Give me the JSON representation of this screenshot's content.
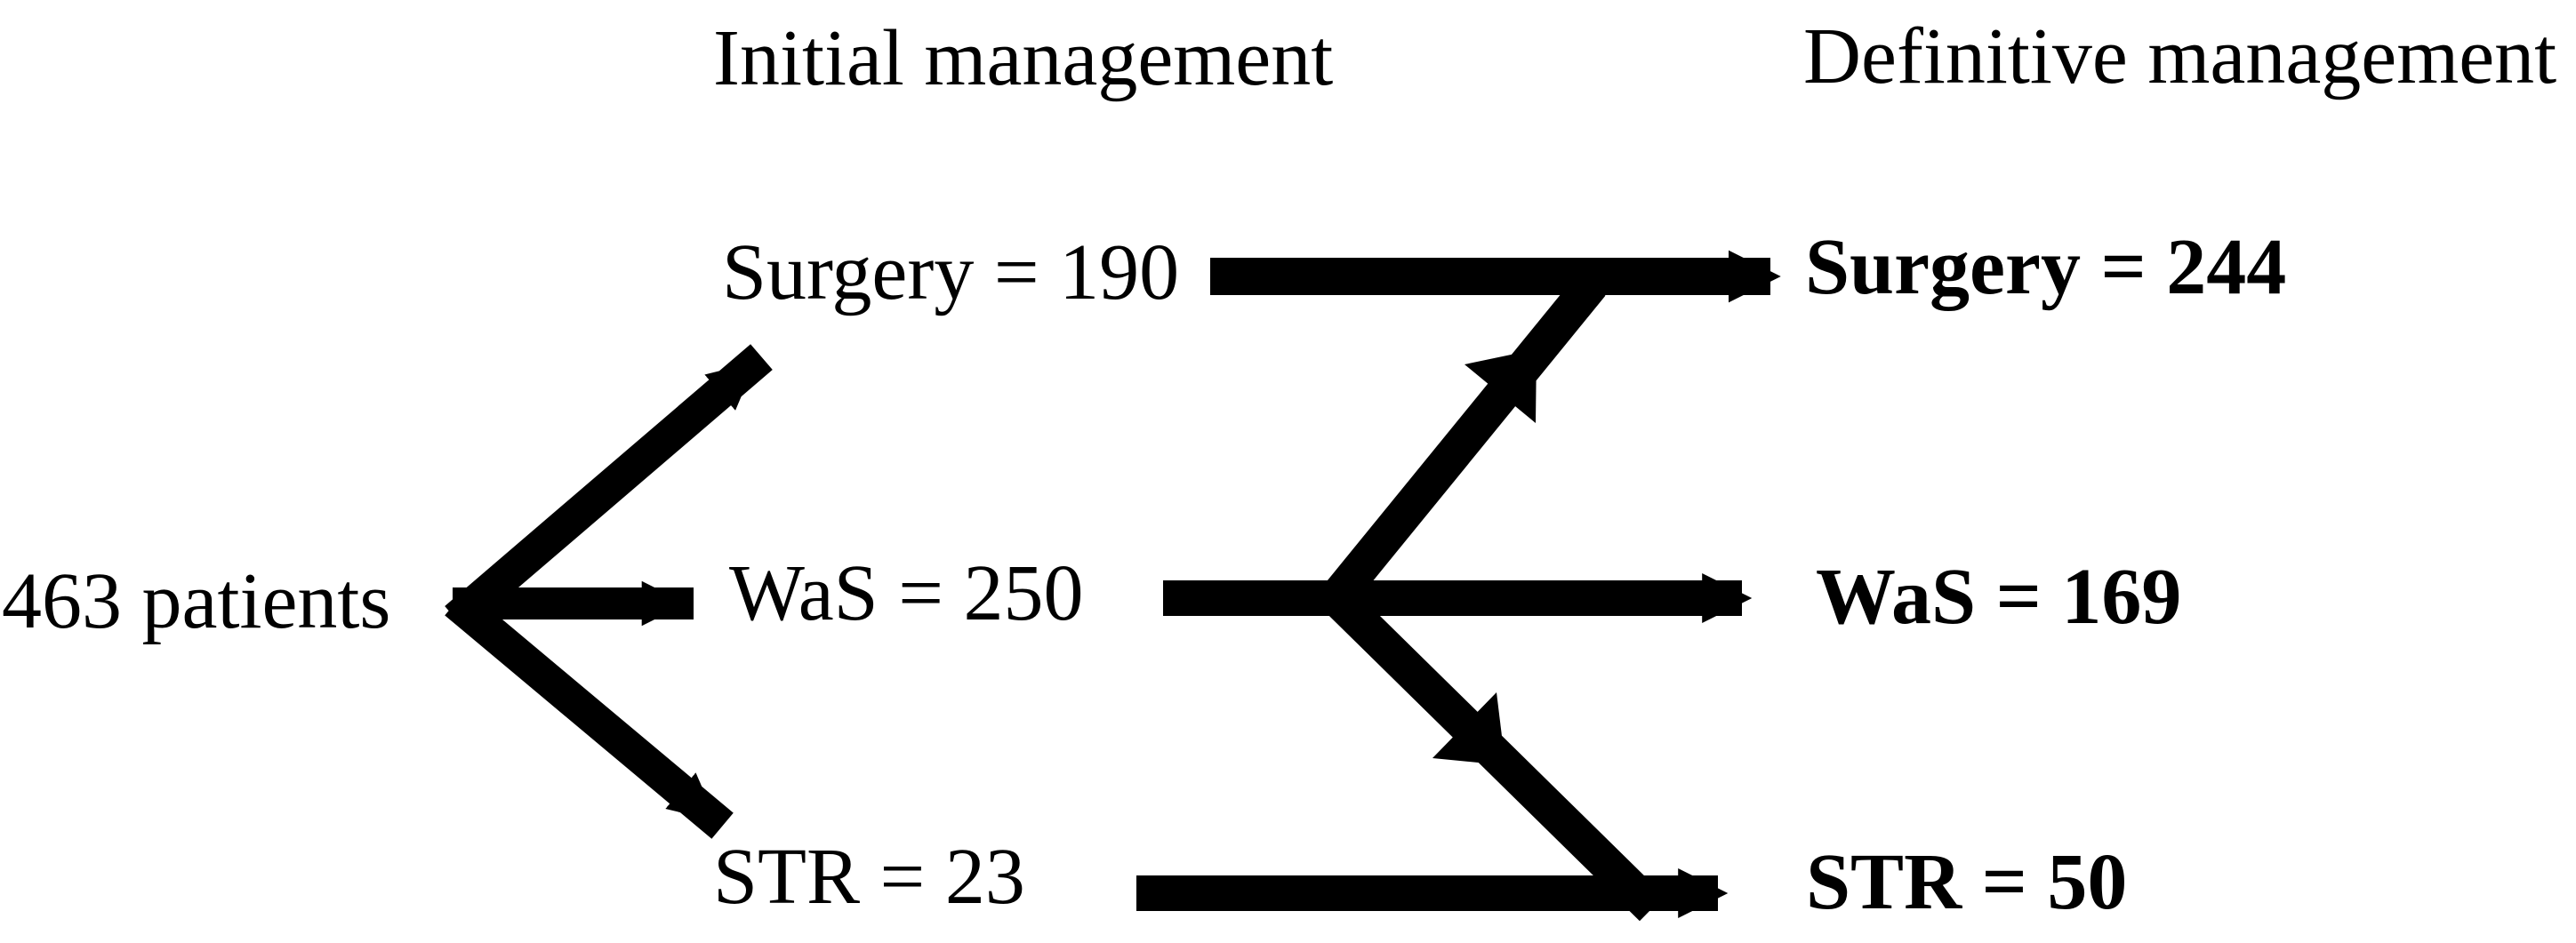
{
  "page": {
    "background": "#ffffff",
    "ink": "#000000"
  },
  "headers": {
    "initial": "Initial management",
    "definitive": "Definitive management"
  },
  "source": {
    "label": "463 patients"
  },
  "initial_management": {
    "surgery": "Surgery = 190",
    "was": "WaS = 250",
    "str": "STR = 23"
  },
  "definitive_management": {
    "surgery": "Surgery = 244",
    "was": "WaS = 169",
    "str": "STR = 50"
  },
  "flows": [
    {
      "from": "463 patients",
      "to": "Surgery = 190"
    },
    {
      "from": "463 patients",
      "to": "WaS = 250"
    },
    {
      "from": "463 patients",
      "to": "STR = 23"
    },
    {
      "from": "Surgery = 190",
      "to": "Surgery = 244"
    },
    {
      "from": "WaS = 250",
      "to": "Surgery = 244"
    },
    {
      "from": "WaS = 250",
      "to": "WaS = 169"
    },
    {
      "from": "WaS = 250",
      "to": "STR = 50"
    },
    {
      "from": "STR = 23",
      "to": "STR = 50"
    }
  ]
}
